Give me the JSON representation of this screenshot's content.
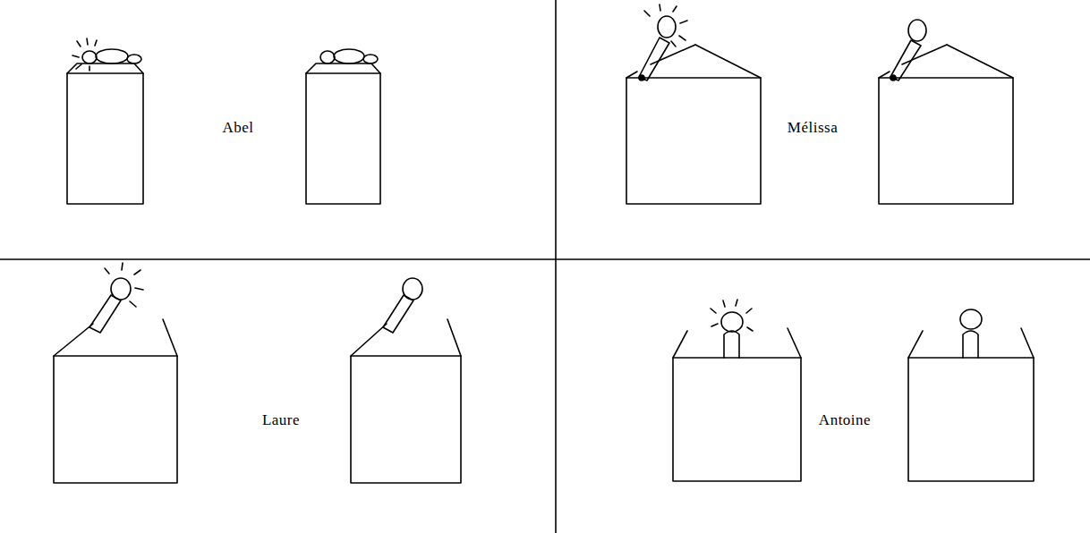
{
  "diagram": {
    "labels": [
      "Abel",
      "Mélissa",
      "Laure",
      "Antoine"
    ]
  }
}
